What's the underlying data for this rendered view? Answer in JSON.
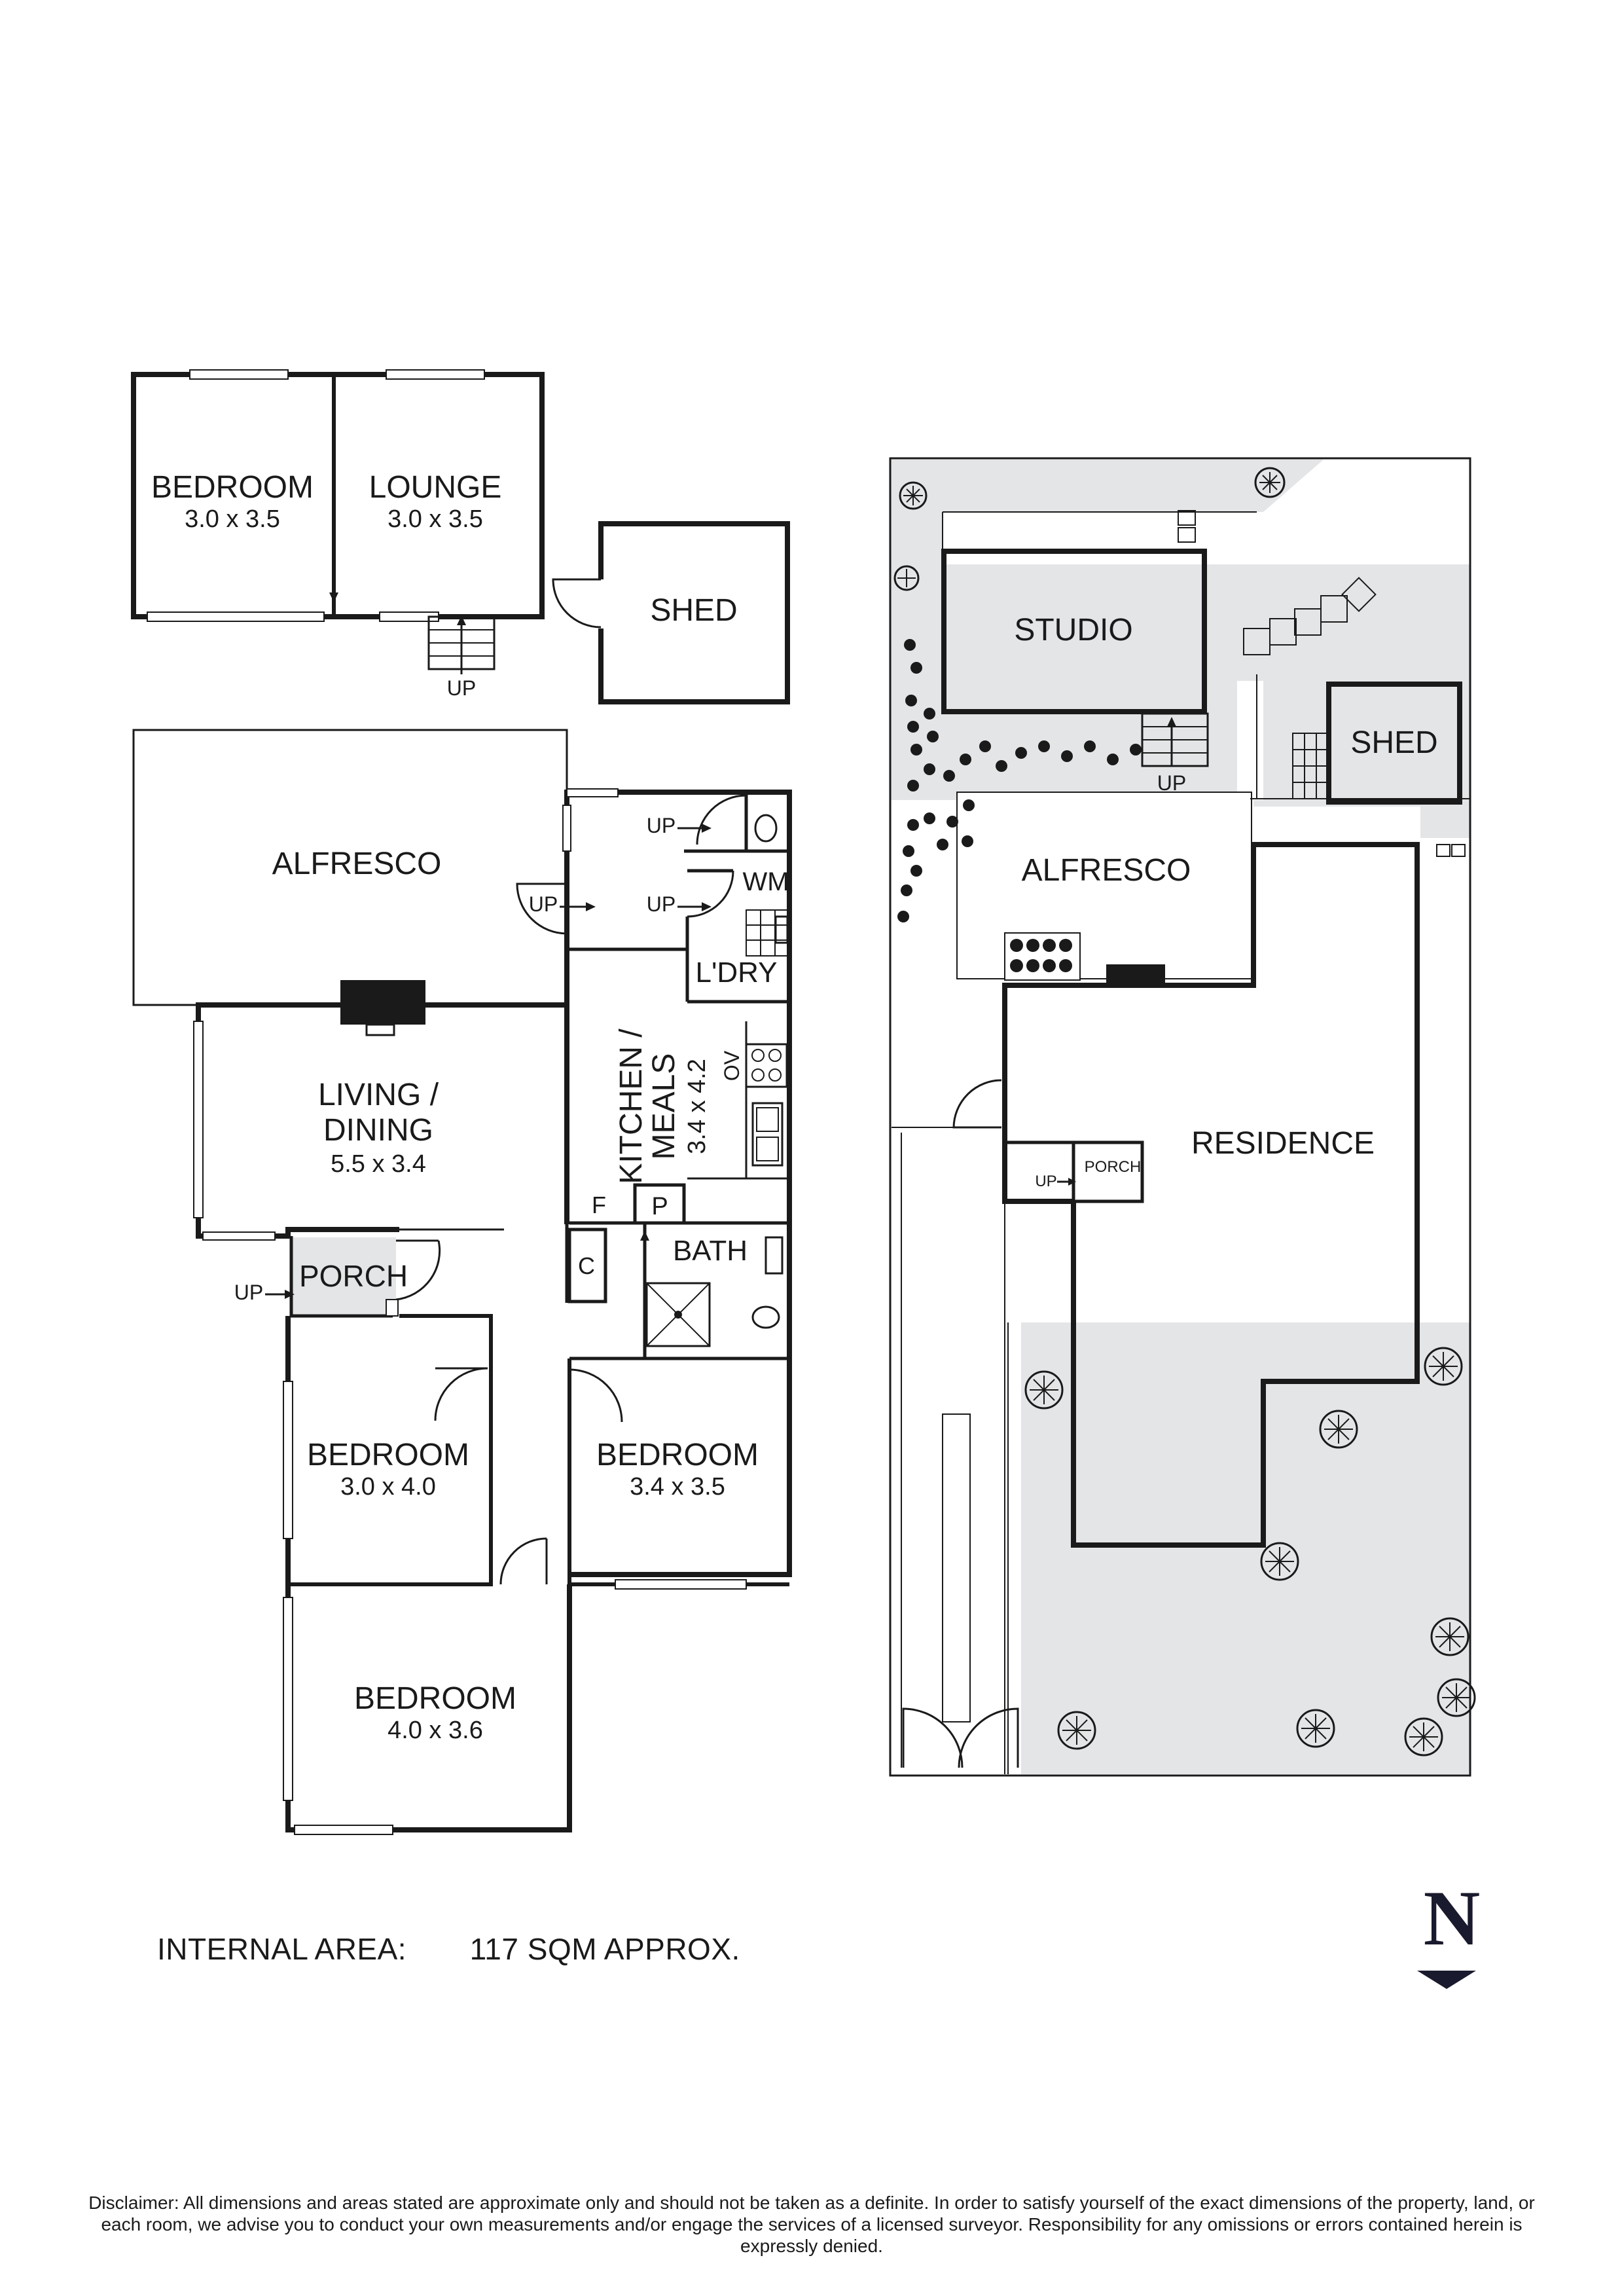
{
  "floorplan": {
    "rooms": {
      "bedroom_upper": {
        "label": "BEDROOM",
        "dim": "3.0 x 3.5"
      },
      "lounge": {
        "label": "LOUNGE",
        "dim": "3.0 x 3.5"
      },
      "shed_left": {
        "label": "SHED"
      },
      "alfresco_left": {
        "label": "ALFRESCO"
      },
      "wm": {
        "label": "WM"
      },
      "laundry": {
        "label": "L'DRY"
      },
      "kitchen": {
        "label": "KITCHEN /",
        "label2": "MEALS",
        "dim": "3.4 x 4.2"
      },
      "oven": {
        "label": "OV"
      },
      "living": {
        "label": "LIVING /",
        "label2": "DINING",
        "dim": "5.5 x 3.4"
      },
      "pantry": {
        "label": "P"
      },
      "fridge": {
        "label": "F"
      },
      "cupboard": {
        "label": "C"
      },
      "bath": {
        "label": "BATH"
      },
      "porch_left": {
        "label": "PORCH"
      },
      "bedroom_mid_left": {
        "label": "BEDROOM",
        "dim": "3.0 x 4.0"
      },
      "bedroom_mid_right": {
        "label": "BEDROOM",
        "dim": "3.4 x 3.5"
      },
      "bedroom_lower": {
        "label": "BEDROOM",
        "dim": "4.0 x 3.6"
      }
    },
    "up_markers": [
      "UP",
      "UP",
      "UP",
      "UP",
      "UP"
    ]
  },
  "siteplan": {
    "studio": "STUDIO",
    "shed": "SHED",
    "alfresco": "ALFRESCO",
    "residence": "RESIDENCE",
    "porch": "PORCH",
    "up_markers": [
      "UP",
      "UP"
    ]
  },
  "footer": {
    "area_label": "INTERNAL AREA:",
    "area_value": "117 SQM APPROX.",
    "north": "N",
    "disclaimer": "Disclaimer: All dimensions and areas stated are approximate only and should not be taken as a definite. In order to satisfy yourself of the exact dimensions of the property, land, or each room, we advise you to conduct your own measurements and/or engage the services of a licensed surveyor. Responsibility for any omissions or errors contained herein is expressly denied."
  },
  "colors": {
    "wall": "#1a1a1a",
    "site_fill": "#e4e5e7",
    "porch_fill": "#e4e5e7",
    "north_arrow": "#1a1a2e"
  }
}
